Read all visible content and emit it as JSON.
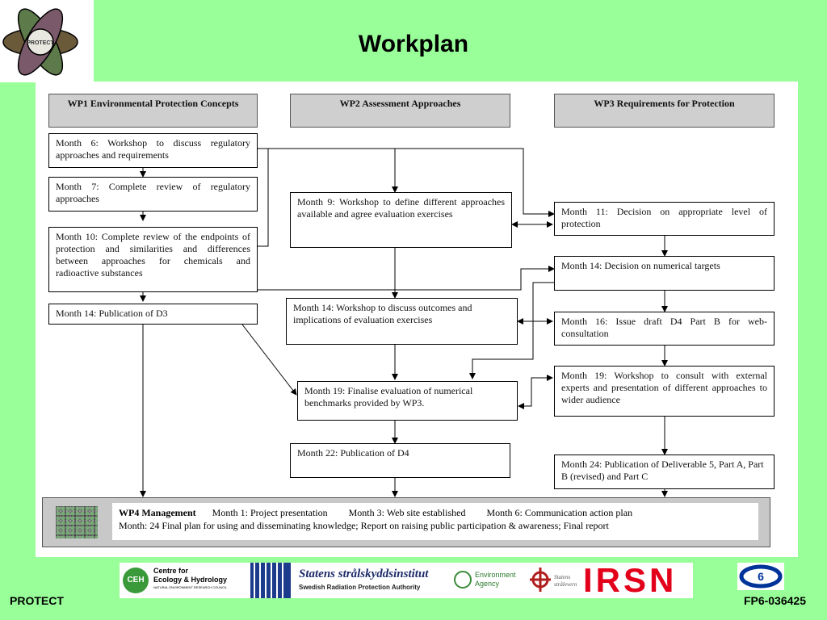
{
  "header": {
    "title": "Workplan"
  },
  "wp_headers": {
    "wp1": "WP1 Environmental Protection Concepts",
    "wp2": "WP2 Assessment Approaches",
    "wp3": "WP3 Requirements for Protection"
  },
  "wp1": {
    "m6": "Month 6: Workshop to discuss regulatory approaches and requirements",
    "m7": "Month 7: Complete review of regulatory approaches",
    "m10": "Month 10: Complete review of the endpoints of protection and similarities and differences between approaches for chemicals and radioactive substances",
    "m14": "Month 14: Publication of D3"
  },
  "wp2": {
    "m9": "Month 9: Workshop to define different approaches available and agree evaluation exercises",
    "m14": "Month 14: Workshop to discuss outcomes and implications of evaluation exercises",
    "m19": "Month 19: Finalise evaluation of numerical benchmarks provided by WP3.",
    "m22": "Month 22: Publication of D4"
  },
  "wp3": {
    "m11": "Month 11: Decision on appropriate level of protection",
    "m14": "Month 14: Decision on numerical targets",
    "m16": "Month 16: Issue draft D4 Part B for web-consultation",
    "m19": "Month 19: Workshop to consult with external experts and presentation of different approaches to wider audience",
    "m24": "Month 24: Publication of Deliverable 5, Part A, Part B (revised) and Part C"
  },
  "wp4": {
    "title": "WP4 Management",
    "m1": "Month 1: Project presentation",
    "m3": "Month 3: Web site established",
    "m6": "Month 6: Communication action plan",
    "line2": "Month: 24 Final plan for using and disseminating knowledge; Report on raising public participation & awareness; Final report"
  },
  "logo": {
    "protect_text": "PROTECT"
  },
  "sponsors": {
    "ceh_short": "CEH",
    "ceh_name_1": "Centre for",
    "ceh_name_2": "Ecology & Hydrology",
    "ceh_sub": "NATURAL ENVIRONMENT RESEARCH COUNCIL",
    "ssi_name": "Statens strålskyddsinstitut",
    "ssi_sub": "Swedish Radiation Protection Authority",
    "ea_1": "Environment",
    "ea_2": "Agency",
    "nrpa_1": "Statens",
    "nrpa_2": "strålevern",
    "irsn": "IRSN"
  },
  "footer": {
    "left": "PROTECT",
    "right": "FP6-036425"
  },
  "colors": {
    "background": "#99ff99",
    "header_box": "#cfcfcf",
    "irsn_red": "#e2001a",
    "eu_blue": "#003399"
  }
}
